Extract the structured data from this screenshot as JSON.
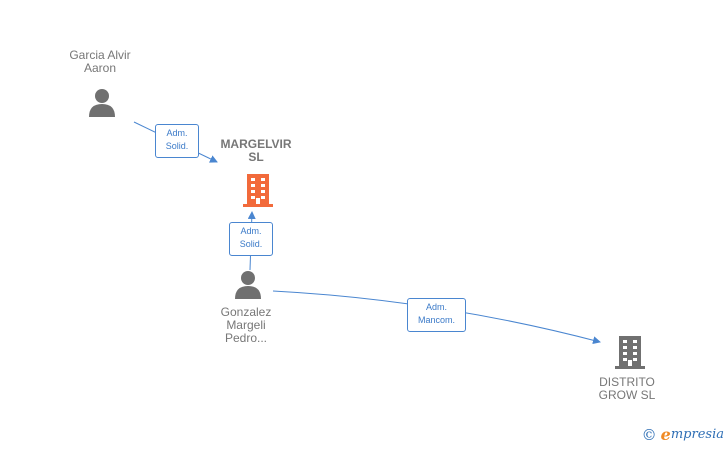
{
  "nodes": {
    "garcia": {
      "line1": "Garcia Alvir",
      "line2": "Aaron"
    },
    "margelvir": {
      "line1": "MARGELVIR",
      "line2": "SL"
    },
    "gonzalez": {
      "line1": "Gonzalez",
      "line2": "Margeli",
      "line3": "Pedro..."
    },
    "distrito": {
      "line1": "DISTRITO",
      "line2": "GROW  SL"
    }
  },
  "edges": {
    "garcia_margelvir": {
      "line1": "Adm.",
      "line2": "Solid."
    },
    "gonzalez_margelvir": {
      "line1": "Adm.",
      "line2": "Solid."
    },
    "gonzalez_distrito": {
      "line1": "Adm.",
      "line2": "Mancom."
    }
  },
  "colors": {
    "person": "#707070",
    "company_main": "#f26a3b",
    "company_other": "#707070",
    "edge": "#4a86d0"
  },
  "icons": [
    "person-icon",
    "building-icon"
  ],
  "watermark": {
    "copyright": "©",
    "brand_initial": "e",
    "brand_rest": "mpresia"
  }
}
